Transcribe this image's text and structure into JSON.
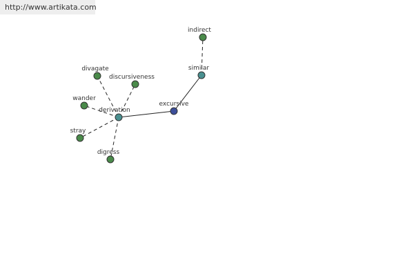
{
  "header": {
    "url": "http://www.artikata.com"
  },
  "colors": {
    "edge": "#222222",
    "node_center": "#3d4f9a",
    "node_relation": "#4a9090",
    "node_leaf": "#4a8a4a",
    "node_stroke": "#333333"
  },
  "graph": {
    "center": "excursive",
    "nodes": [
      {
        "id": "excursive",
        "label": "excursive",
        "kind": "center"
      },
      {
        "id": "derivation",
        "label": "derivation",
        "kind": "relation"
      },
      {
        "id": "similar",
        "label": "similar",
        "kind": "relation"
      },
      {
        "id": "indirect",
        "label": "indirect",
        "kind": "leaf"
      },
      {
        "id": "divagate",
        "label": "divagate",
        "kind": "leaf"
      },
      {
        "id": "discursiveness",
        "label": "discursiveness",
        "kind": "leaf"
      },
      {
        "id": "wander",
        "label": "wander",
        "kind": "leaf"
      },
      {
        "id": "stray",
        "label": "stray",
        "kind": "leaf"
      },
      {
        "id": "digress",
        "label": "digress",
        "kind": "leaf"
      }
    ],
    "edges": [
      {
        "from": "excursive",
        "to": "derivation",
        "style": "solid"
      },
      {
        "from": "excursive",
        "to": "similar",
        "style": "solid"
      },
      {
        "from": "similar",
        "to": "indirect",
        "style": "dashed"
      },
      {
        "from": "derivation",
        "to": "divagate",
        "style": "dashed"
      },
      {
        "from": "derivation",
        "to": "discursiveness",
        "style": "dashed"
      },
      {
        "from": "derivation",
        "to": "wander",
        "style": "dashed"
      },
      {
        "from": "derivation",
        "to": "stray",
        "style": "dashed"
      },
      {
        "from": "derivation",
        "to": "digress",
        "style": "dashed"
      }
    ]
  }
}
